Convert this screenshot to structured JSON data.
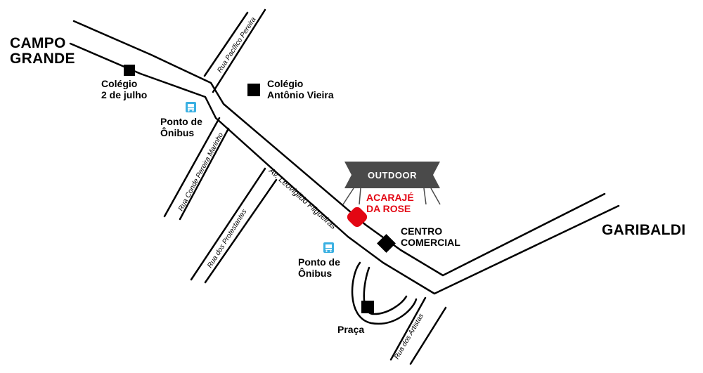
{
  "regions": {
    "campo_grande_line1": "CAMPO",
    "campo_grande_line2": "GRANDE",
    "garibaldi": "GARIBALDI"
  },
  "places": {
    "colegio_2_julho_line1": "Colégio",
    "colegio_2_julho_line2": "2 de julho",
    "colegio_antonio_vieira_line1": "Colégio",
    "colegio_antonio_vieira_line2": "Antônio Vieira",
    "ponto_onibus_1_line1": "Ponto de",
    "ponto_onibus_1_line2": "Ônibus",
    "ponto_onibus_2_line1": "Ponto de",
    "ponto_onibus_2_line2": "Ônibus",
    "centro_comercial_line1": "CENTRO",
    "centro_comercial_line2": "COMERCIAL",
    "praca": "Praça"
  },
  "highlight": {
    "line1": "ACARAJÉ",
    "line2": "DA ROSE",
    "color": "#e30613"
  },
  "billboard": {
    "label": "OUTDOOR",
    "color": "#4a4a4a"
  },
  "streets": {
    "pacifico_pereira": "Rua Pacífico Pereira",
    "conde_pereira_marinho": "Rua Conde Pereira Marinho",
    "protestantes": "Rua dos Protestantes",
    "leovigildo": "Av. Leovigildo Filgueiras",
    "artistas": "Rua dos Artistas"
  },
  "icons": {
    "bus_stop": "bus-icon",
    "bus_color": "#3ab0e2",
    "building": "building-square-icon",
    "target": "red-location-marker"
  }
}
